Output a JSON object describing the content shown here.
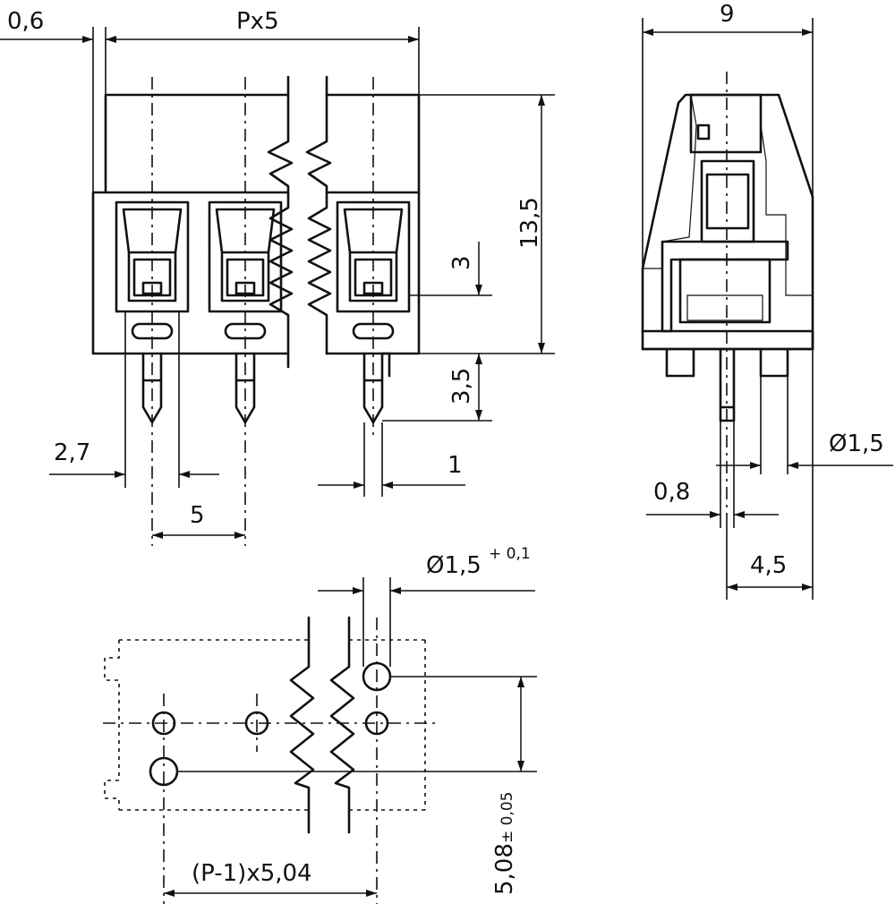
{
  "dimensions": {
    "offset": "0,6",
    "pitch_total": "Px5",
    "width": "9",
    "height": "13,5",
    "terminal_height": "3",
    "pin_length": "3,5",
    "pin_offset": "2,7",
    "pitch": "5",
    "pin_thickness": "1",
    "hole_diameter": "Ø1,5",
    "pin_width": "0,8",
    "depth": "4,5",
    "hole_diameter_tol": "Ø1,5",
    "hole_tol_value": "+ 0,1",
    "row_spacing": "5,08",
    "row_tol": "± 0,05",
    "footprint_pitch": "(P-1)x5,04"
  }
}
